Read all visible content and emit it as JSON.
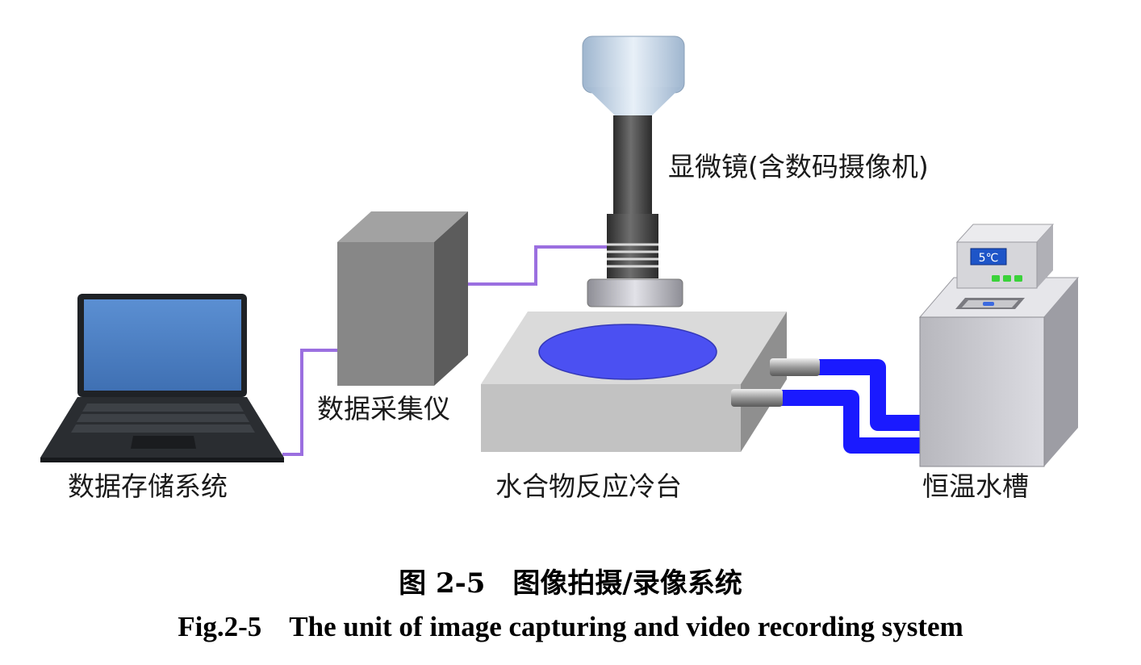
{
  "labels": {
    "microscope": "显微镜(含数码摄像机)",
    "data_acquisition": "数据采集仪",
    "data_storage": "数据存储系统",
    "cold_stage": "水合物反应冷台",
    "water_bath": "恒温水槽"
  },
  "bath_display": "5℃",
  "caption": {
    "cn_number": "图 2-5",
    "cn_title": "图像拍摄/录像系统",
    "en_number": "Fig.2-5",
    "en_title": "The unit of image capturing and video recording system"
  },
  "colors": {
    "cable": "#9b6fe0",
    "hose": "#1a1aff",
    "sample_well": "#4b50f2",
    "laptop_screen": "#4a7fc4"
  }
}
